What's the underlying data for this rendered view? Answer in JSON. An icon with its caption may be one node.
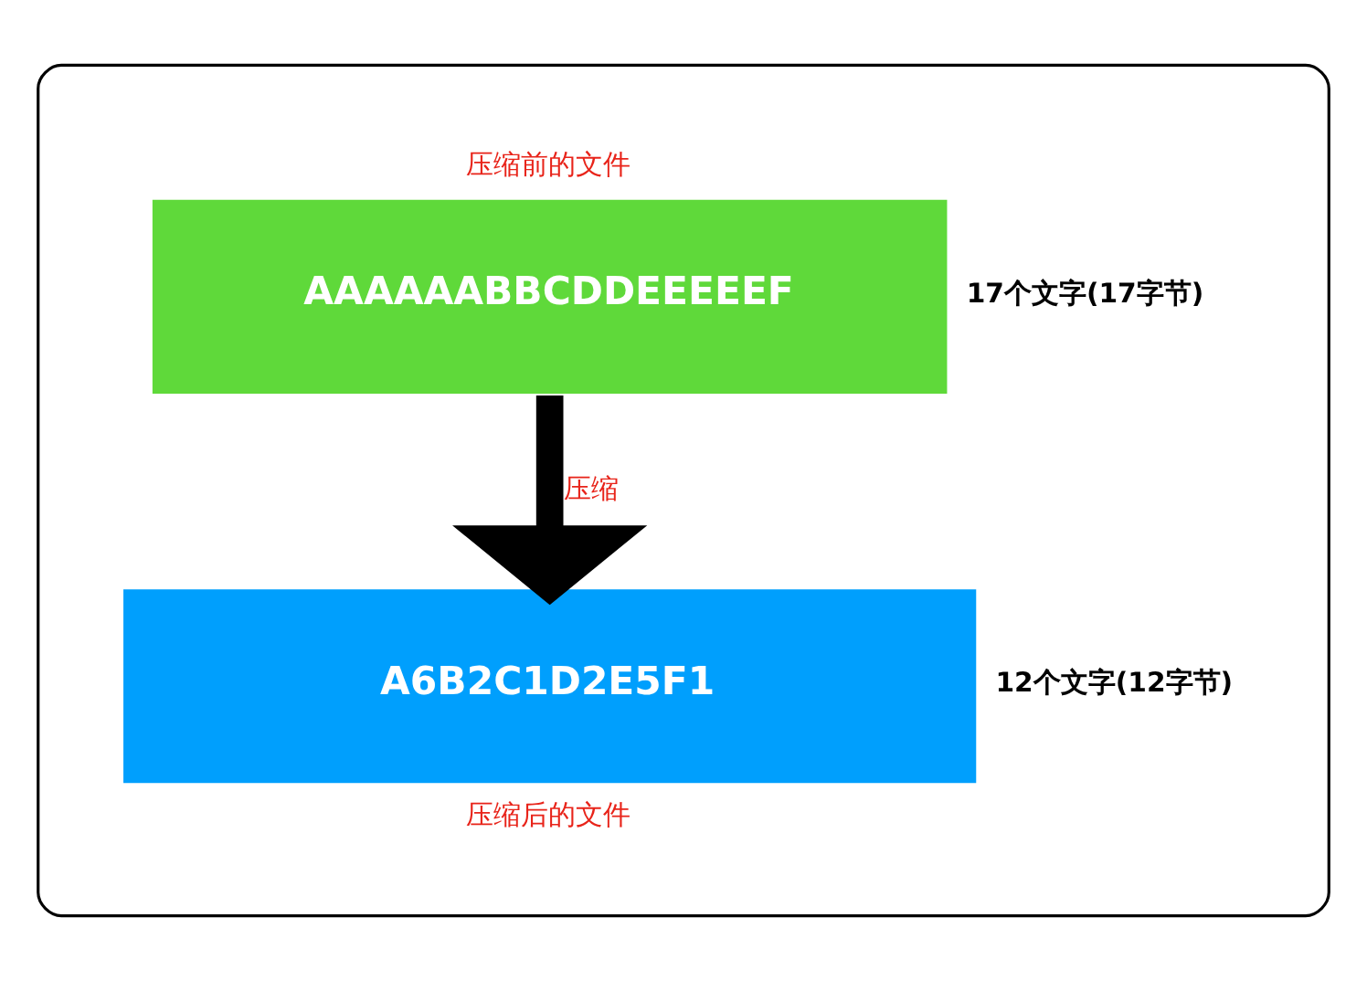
{
  "diagram": {
    "nodes": [
      {
        "text": [],
        "shape": "box"
      },
      {
        "text": [
          "压缩前的文件",
          "AAAAAABBCDDEEEEEF"
        ],
        "beside": [
          "17个文字(17字节)"
        ],
        "in": 0
      },
      {
        "text": [
          "A6B2C1D2E5F1",
          "压缩后的文件"
        ],
        "beside": [
          "12个文字(12字节)"
        ],
        "in": 0
      }
    ],
    "edges": [
      {
        "from": 1,
        "to": 2,
        "arrow": "to",
        "label": "压缩"
      }
    ]
  }
}
